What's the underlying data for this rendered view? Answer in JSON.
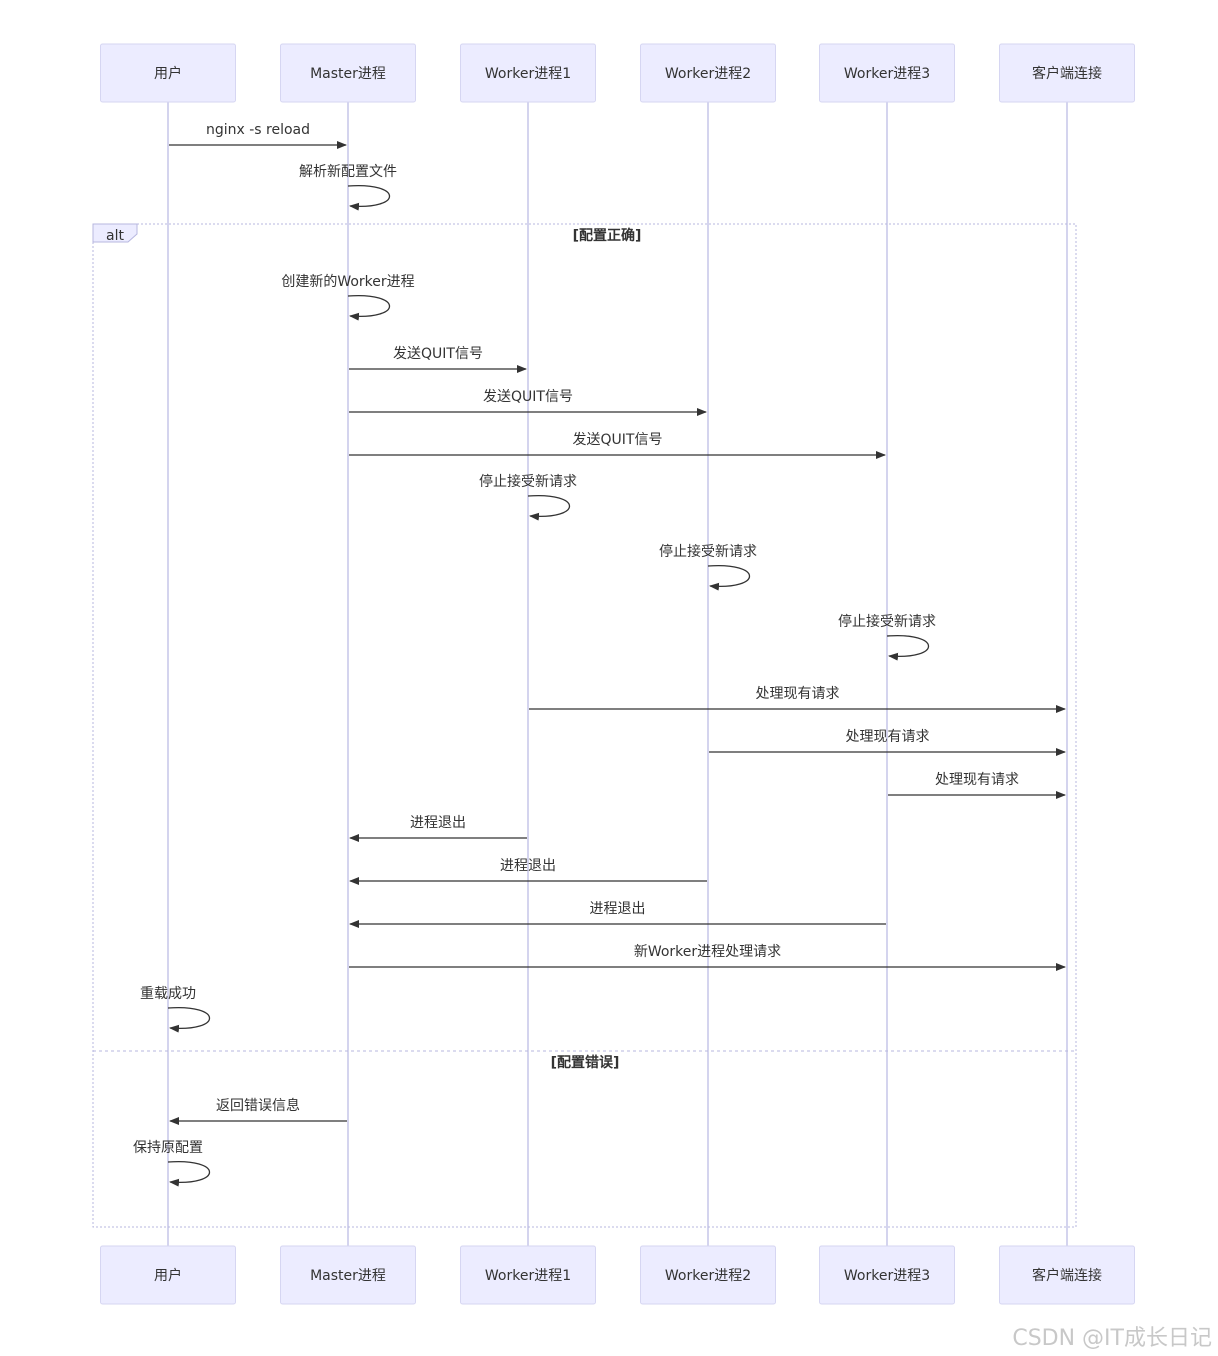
{
  "participants": [
    {
      "id": "user",
      "label": "用户"
    },
    {
      "id": "master",
      "label": "Master进程"
    },
    {
      "id": "w1",
      "label": "Worker进程1"
    },
    {
      "id": "w2",
      "label": "Worker进程2"
    },
    {
      "id": "w3",
      "label": "Worker进程3"
    },
    {
      "id": "client",
      "label": "客户端连接"
    }
  ],
  "messages": [
    {
      "from": "user",
      "to": "master",
      "text": "nginx -s reload"
    },
    {
      "from": "master",
      "to": "master",
      "text": "解析新配置文件"
    },
    {
      "from": "master",
      "to": "master",
      "text": "创建新的Worker进程"
    },
    {
      "from": "master",
      "to": "w1",
      "text": "发送QUIT信号"
    },
    {
      "from": "master",
      "to": "w2",
      "text": "发送QUIT信号"
    },
    {
      "from": "master",
      "to": "w3",
      "text": "发送QUIT信号"
    },
    {
      "from": "w1",
      "to": "w1",
      "text": "停止接受新请求"
    },
    {
      "from": "w2",
      "to": "w2",
      "text": "停止接受新请求"
    },
    {
      "from": "w3",
      "to": "w3",
      "text": "停止接受新请求"
    },
    {
      "from": "w1",
      "to": "client",
      "text": "处理现有请求"
    },
    {
      "from": "w2",
      "to": "client",
      "text": "处理现有请求"
    },
    {
      "from": "w3",
      "to": "client",
      "text": "处理现有请求"
    },
    {
      "from": "w1",
      "to": "master",
      "text": "进程退出"
    },
    {
      "from": "w2",
      "to": "master",
      "text": "进程退出"
    },
    {
      "from": "w3",
      "to": "master",
      "text": "进程退出"
    },
    {
      "from": "master",
      "to": "client",
      "text": "新Worker进程处理请求"
    },
    {
      "from": "user",
      "to": "user",
      "text": "重载成功"
    },
    {
      "from": "master",
      "to": "user",
      "text": "返回错误信息"
    },
    {
      "from": "user",
      "to": "user",
      "text": "保持原配置"
    }
  ],
  "alt_block": {
    "label": "alt",
    "condition_1": "[配置正确]",
    "condition_2": "[配置错误]"
  },
  "watermark": "CSDN @IT成长日记",
  "colors": {
    "actor_fill": "#ececff",
    "lifeline": "#d4d4ee",
    "line": "#333333"
  }
}
